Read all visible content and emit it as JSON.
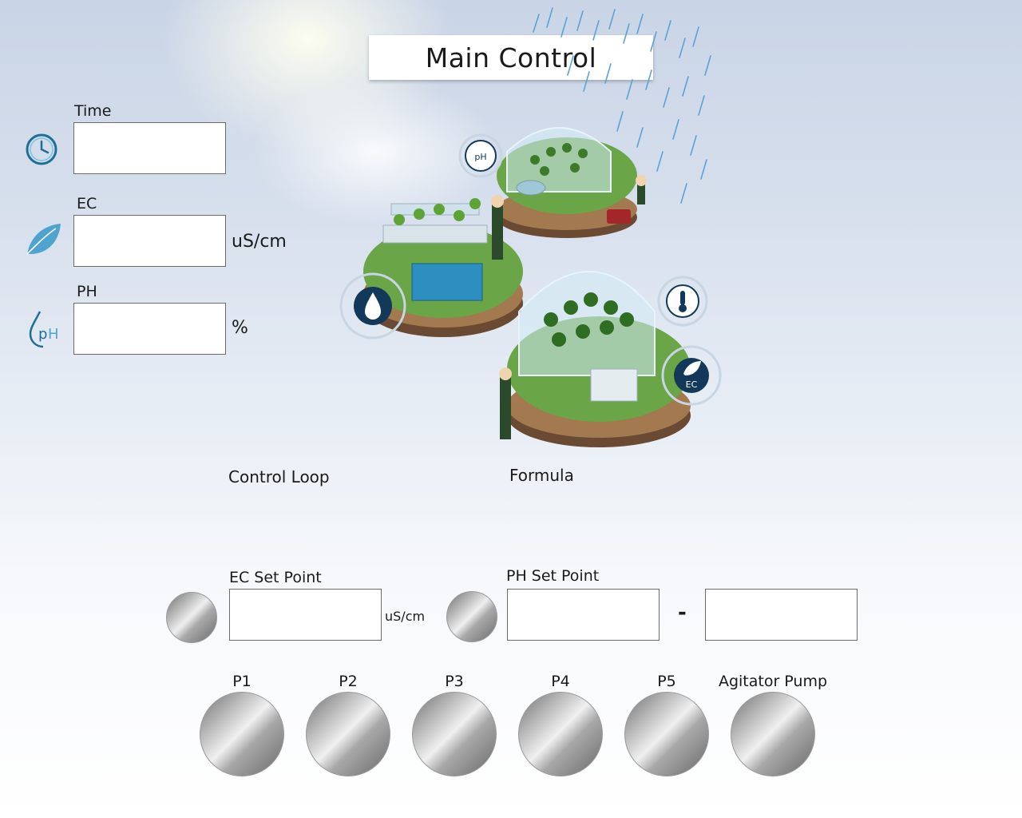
{
  "title": "Main Control",
  "readings": {
    "time": {
      "label": "Time",
      "value": "",
      "icon": "clock-icon"
    },
    "ec": {
      "label": "EC",
      "value": "",
      "unit": "uS/cm",
      "icon": "leaf-icon"
    },
    "ph": {
      "label": "PH",
      "value": "",
      "unit": "%",
      "icon": "ph-drop-icon"
    }
  },
  "sections": {
    "control_loop": "Control Loop",
    "formula": "Formula"
  },
  "setpoints": {
    "ec": {
      "label": "EC Set Point",
      "value": "",
      "unit": "uS/cm"
    },
    "ph": {
      "label": "PH Set Point",
      "value_low": "",
      "value_high": "",
      "separator": "-"
    }
  },
  "pumps": [
    {
      "label": "P1"
    },
    {
      "label": "P2"
    },
    {
      "label": "P3"
    },
    {
      "label": "P4"
    },
    {
      "label": "P5"
    },
    {
      "label": "Agitator Pump"
    }
  ],
  "colors": {
    "icon_teal": "#1e6f95",
    "island_green": "#6aa548",
    "badge_navy": "#12395a"
  }
}
